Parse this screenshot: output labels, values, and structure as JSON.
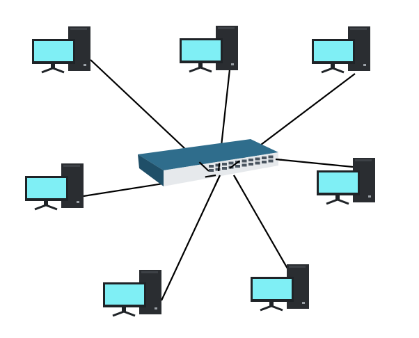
{
  "diagram": {
    "topology": "star",
    "hub": {
      "type": "network-switch",
      "icon": "network-switch-icon"
    },
    "nodes": [
      {
        "id": "pc-top-left",
        "icon": "desktop-computer-icon"
      },
      {
        "id": "pc-top-center",
        "icon": "desktop-computer-icon"
      },
      {
        "id": "pc-top-right",
        "icon": "desktop-computer-icon"
      },
      {
        "id": "pc-middle-left",
        "icon": "desktop-computer-icon"
      },
      {
        "id": "pc-middle-right",
        "icon": "desktop-computer-icon"
      },
      {
        "id": "pc-bottom-left",
        "icon": "desktop-computer-icon"
      },
      {
        "id": "pc-bottom-right",
        "icon": "desktop-computer-icon"
      }
    ],
    "colors": {
      "screen": "#7FEFF5",
      "monitor_frame": "#1f2327",
      "tower": "#2a2d31",
      "switch_top": "#2f6d8c",
      "switch_side": "#1f4f68",
      "switch_front": "#e6e9ec",
      "cable": "#000000"
    }
  }
}
